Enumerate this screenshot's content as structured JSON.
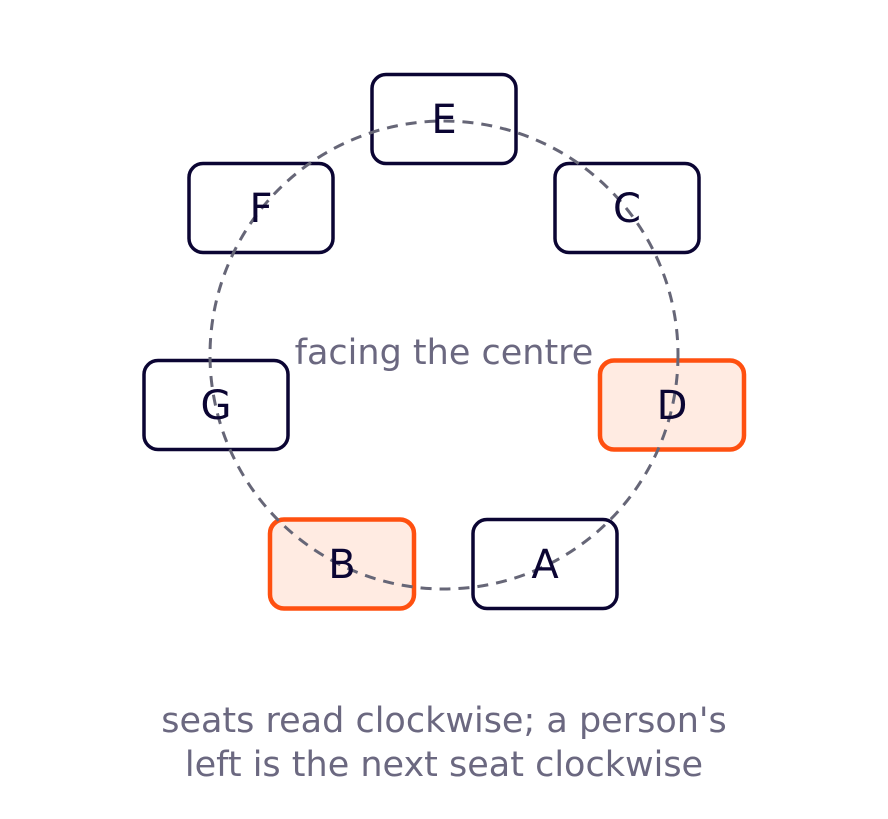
{
  "center_label": "facing the centre",
  "caption": {
    "line1": "seats read clockwise; a person's",
    "line2": "left is the next seat clockwise"
  },
  "seats": [
    {
      "label": "E",
      "highlighted": false
    },
    {
      "label": "C",
      "highlighted": false
    },
    {
      "label": "D",
      "highlighted": true
    },
    {
      "label": "A",
      "highlighted": false
    },
    {
      "label": "B",
      "highlighted": true
    },
    {
      "label": "G",
      "highlighted": false
    },
    {
      "label": "F",
      "highlighted": false
    }
  ],
  "colors": {
    "seat_stroke": "#0b0533",
    "seat_fill": "#ffffff",
    "highlight_stroke": "#ff5010",
    "highlight_fill": "#ffebe2",
    "circle_stroke": "#666677",
    "label_text": "#0b0533",
    "muted_text": "#6b6880"
  }
}
